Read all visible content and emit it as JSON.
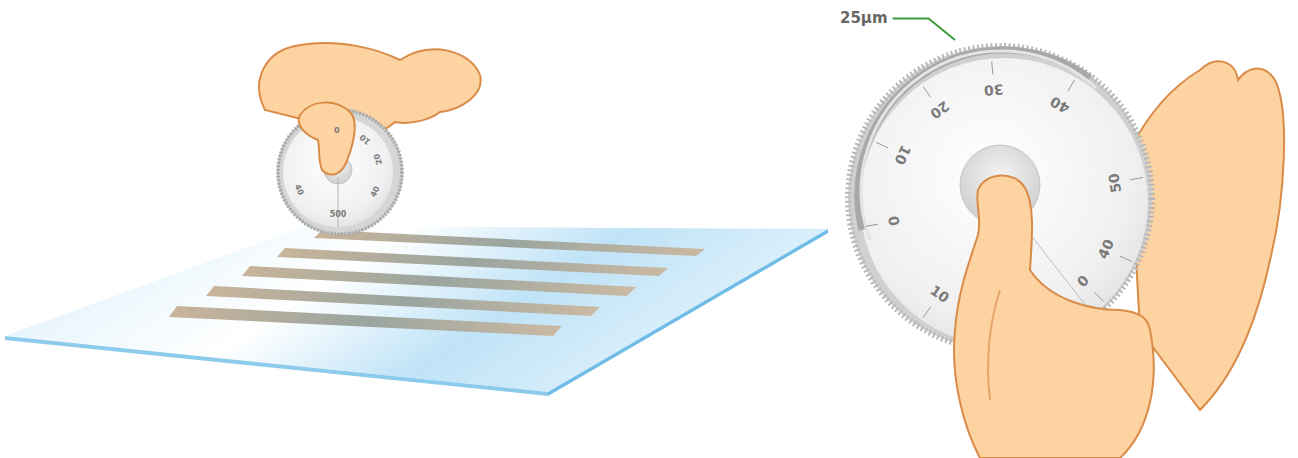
{
  "diagram": {
    "labels": [
      "25μm",
      "0",
      "10",
      "20",
      "30",
      "40",
      "50",
      "40",
      "0",
      "10",
      "0",
      "10",
      "20",
      "40",
      "500",
      "40"
    ]
  }
}
